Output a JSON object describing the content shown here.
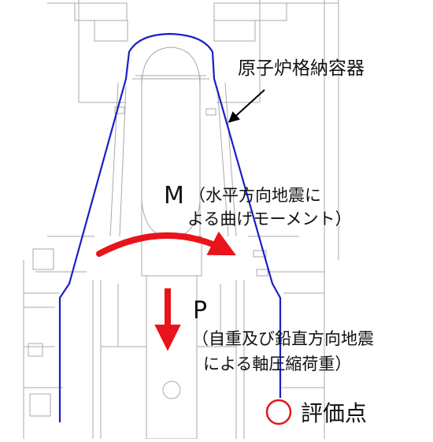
{
  "labels": {
    "vessel": "原子炉格納容器",
    "moment_symbol": "M",
    "moment_desc_line1": "（水平方向地震に",
    "moment_desc_line2": "よる曲げモーメント）",
    "axial_symbol": "P",
    "axial_desc_line1": "（自重及び鉛直方向地震",
    "axial_desc_line2": "による軸圧縮荷重）",
    "evaluation_point": "評価点"
  },
  "colors": {
    "vessel_outline": "#1a1fc4",
    "load_arrows": "#e8141a",
    "evaluation_marker": "#e8141a",
    "background_structure": "#a9a9a9",
    "leader_line": "#000000"
  }
}
